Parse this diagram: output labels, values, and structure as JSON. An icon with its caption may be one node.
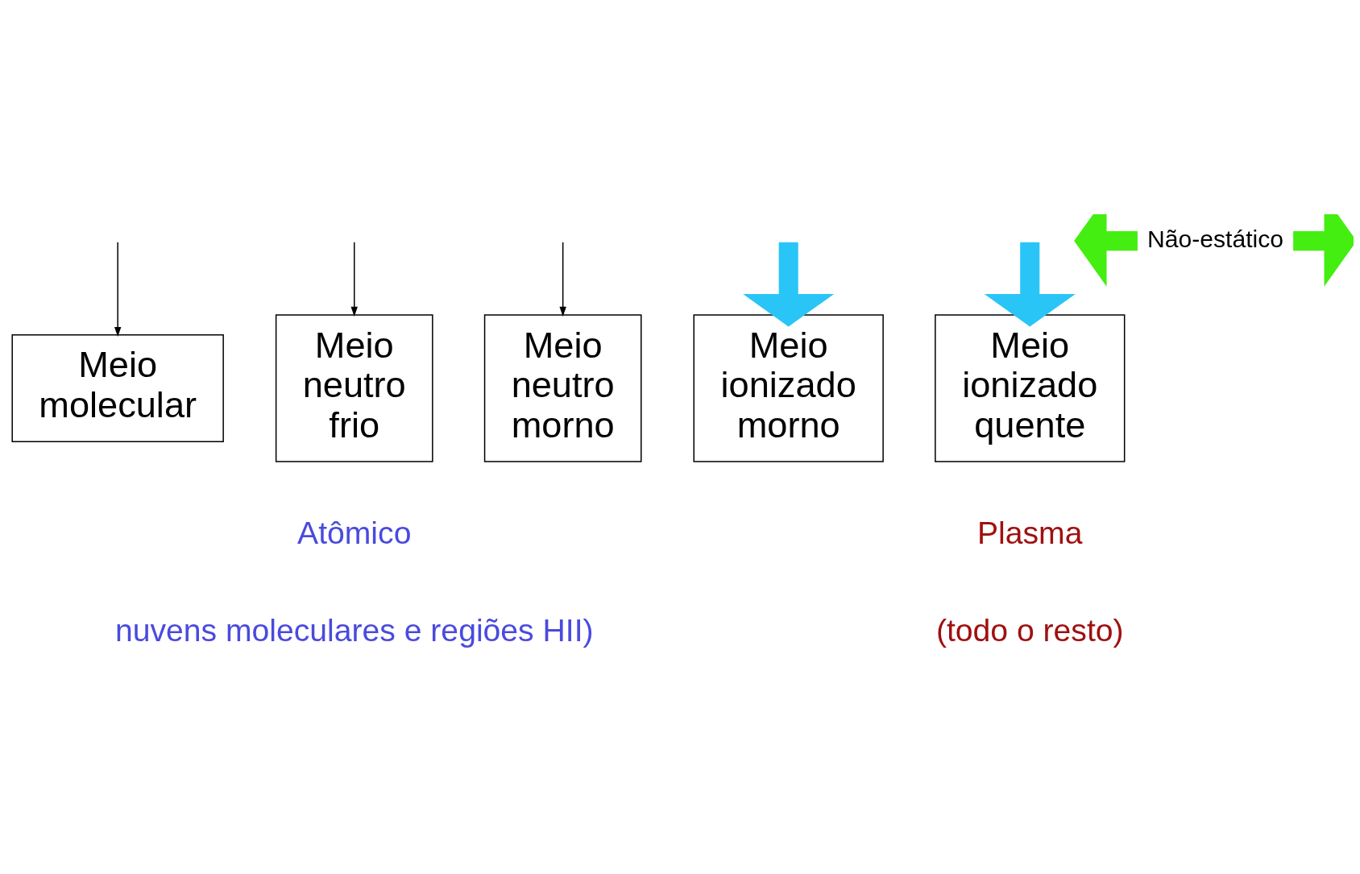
{
  "diagram": {
    "nodes": [
      {
        "text": [
          "Meio molecular"
        ]
      },
      {
        "text": [
          "Meio neutro frio"
        ]
      },
      {
        "text": [
          "Meio neutro morno"
        ]
      },
      {
        "text": [
          "Meio ionizado morno"
        ]
      },
      {
        "text": [
          "Meio ionizado quente"
        ]
      },
      {
        "text": [
          "Não-estático"
        ]
      }
    ],
    "edges": [
      {
        "from": null,
        "to": 0,
        "arrow": "to"
      },
      {
        "from": null,
        "to": 1,
        "arrow": "to"
      },
      {
        "from": null,
        "to": 2,
        "arrow": "to"
      },
      {
        "from": null,
        "to": 3,
        "arrow": "to",
        "color": "#29c5f6"
      },
      {
        "from": null,
        "to": 4,
        "arrow": "to",
        "color": "#29c5f6"
      },
      {
        "from": 5,
        "to": null,
        "arrow": "to",
        "color": "#44ee11"
      },
      {
        "from": 5,
        "to": null,
        "arrow": "to",
        "color": "#44ee11"
      }
    ],
    "labels": [
      "Atômico",
      "nuvens moleculares e regiões HII)",
      "Plasma",
      "(todo o resto)"
    ]
  }
}
